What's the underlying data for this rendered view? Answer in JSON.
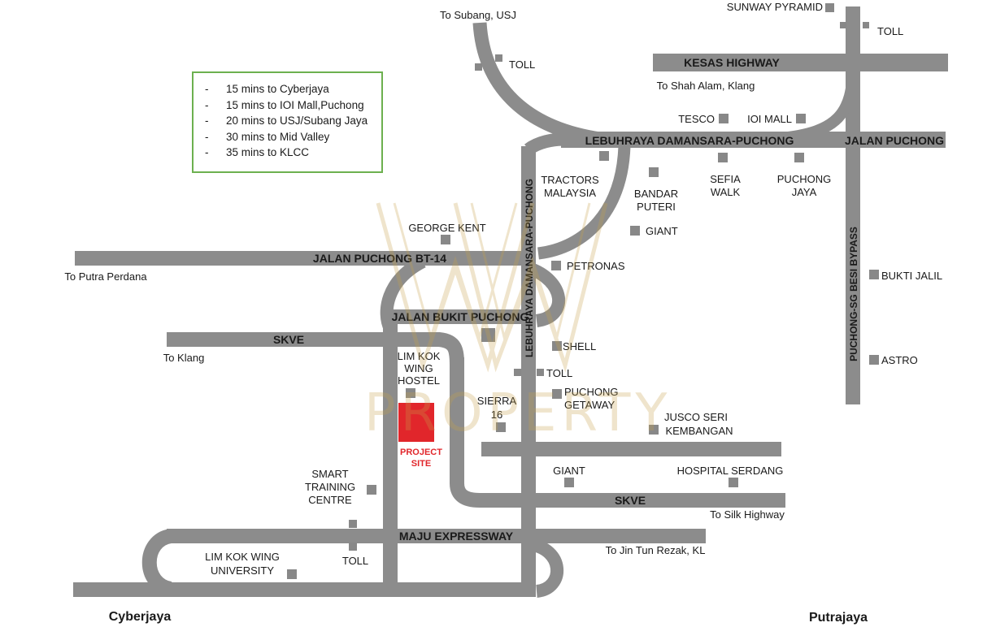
{
  "travel_times": [
    "15 mins to Cyberjaya",
    "15 mins to IOI Mall,Puchong",
    "20 mins to USJ/Subang Jaya",
    "30 mins to Mid Valley",
    "35 mins to KLCC"
  ],
  "roads": {
    "kesas": "KESAS HIGHWAY",
    "ldp": "LEBUHRAYA DAMANSARA-PUCHONG",
    "ldp_vertical": "LEBUHRAYA DAMANSARA-PUCHONG",
    "jalan_puchong": "JALAN PUCHONG",
    "bt14": "JALAN PUCHONG BT-14",
    "bukit_puchong": "JALAN BUKIT PUCHONG",
    "skve_west": "SKVE",
    "skve_east": "SKVE",
    "maju": "MAJU EXPRESSWAY",
    "besi": "PUCHONG-SG BESI BYPASS"
  },
  "directions": {
    "subang": "To Subang, USJ",
    "shah_alam": "To Shah Alam, Klang",
    "putra_perdana": "To Putra Perdana",
    "klang": "To Klang",
    "silk": "To Silk Highway",
    "jin_tun": "To Jin Tun Rezak, KL"
  },
  "landmarks": {
    "toll_subang": "TOLL",
    "sunway": "SUNWAY PYRAMID",
    "toll_sunway": "TOLL",
    "tesco": "TESCO",
    "ioi_mall": "IOI MALL",
    "tractors_1": "TRACTORS",
    "tractors_2": "MALAYSIA",
    "bandar_1": "BANDAR",
    "bandar_2": "PUTERI",
    "sefia_1": "SEFIA",
    "sefia_2": "WALK",
    "puchong_jaya_1": "PUCHONG",
    "puchong_jaya_2": "JAYA",
    "giant_north": "GIANT",
    "george_kent": "GEORGE KENT",
    "petronas": "PETRONAS",
    "bukit_jalil": "BUKTI JALIL",
    "shell": "SHELL",
    "toll_ldp": "TOLL",
    "astro": "ASTRO",
    "lkw_hostel_1": "LIM KOK",
    "lkw_hostel_2": "WING",
    "lkw_hostel_3": "HOSTEL",
    "getaway_1": "PUCHONG",
    "getaway_2": "GETAWAY",
    "sierra_1": "SIERRA",
    "sierra_2": "16",
    "jusco_1": "JUSCO SERI",
    "jusco_2": "KEMBANGAN",
    "smart_1": "SMART",
    "smart_2": "TRAINING",
    "smart_3": "CENTRE",
    "giant_south": "GIANT",
    "hospital": "HOSPITAL SERDANG",
    "lkw_uni_1": "LIM KOK WING",
    "lkw_uni_2": "UNIVERSITY",
    "toll_maju": "TOLL"
  },
  "project_site": {
    "line1": "PROJECT",
    "line2": "SITE",
    "color": "#e1262b"
  },
  "cities": {
    "cyberjaya": "Cyberjaya",
    "putrajaya": "Putrajaya"
  },
  "watermark": {
    "text": "PROPERTY",
    "color": "#c8a24a"
  },
  "colors": {
    "road": "#8c8c8c",
    "marker": "#888888",
    "legend_border": "#6cb04f"
  }
}
